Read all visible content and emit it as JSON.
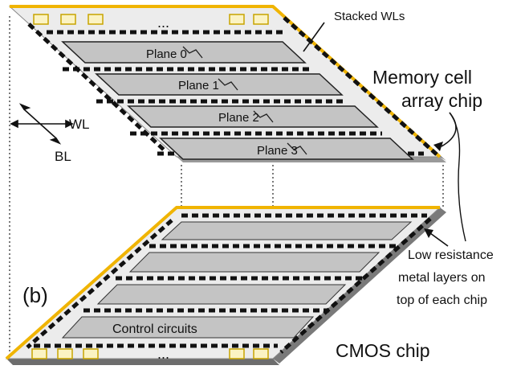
{
  "figure_label": "(b)",
  "top_chip": {
    "name_line1": "Memory cell",
    "name_line2": "array chip",
    "stacked_label": "Stacked WLs",
    "ellipsis": "...",
    "planes": [
      "Plane 0",
      "Plane 1",
      "Plane 2",
      "Plane 3"
    ]
  },
  "axes": {
    "wl": "WL",
    "bl": "BL"
  },
  "bottom_chip": {
    "name": "CMOS chip",
    "control_label": "Control circuits",
    "ellipsis": "..."
  },
  "metal_note": {
    "line1": "Low resistance",
    "line2": "metal layers on",
    "line3": "top of each chip"
  },
  "colors": {
    "metal_edge": "#f0b400",
    "chip_surface": "#ececec",
    "chip_side": "#7a7a7a",
    "plane_fill": "#c4c4c4",
    "pad_fill": "#fbf3c3",
    "pad_stroke": "#c8a400"
  }
}
